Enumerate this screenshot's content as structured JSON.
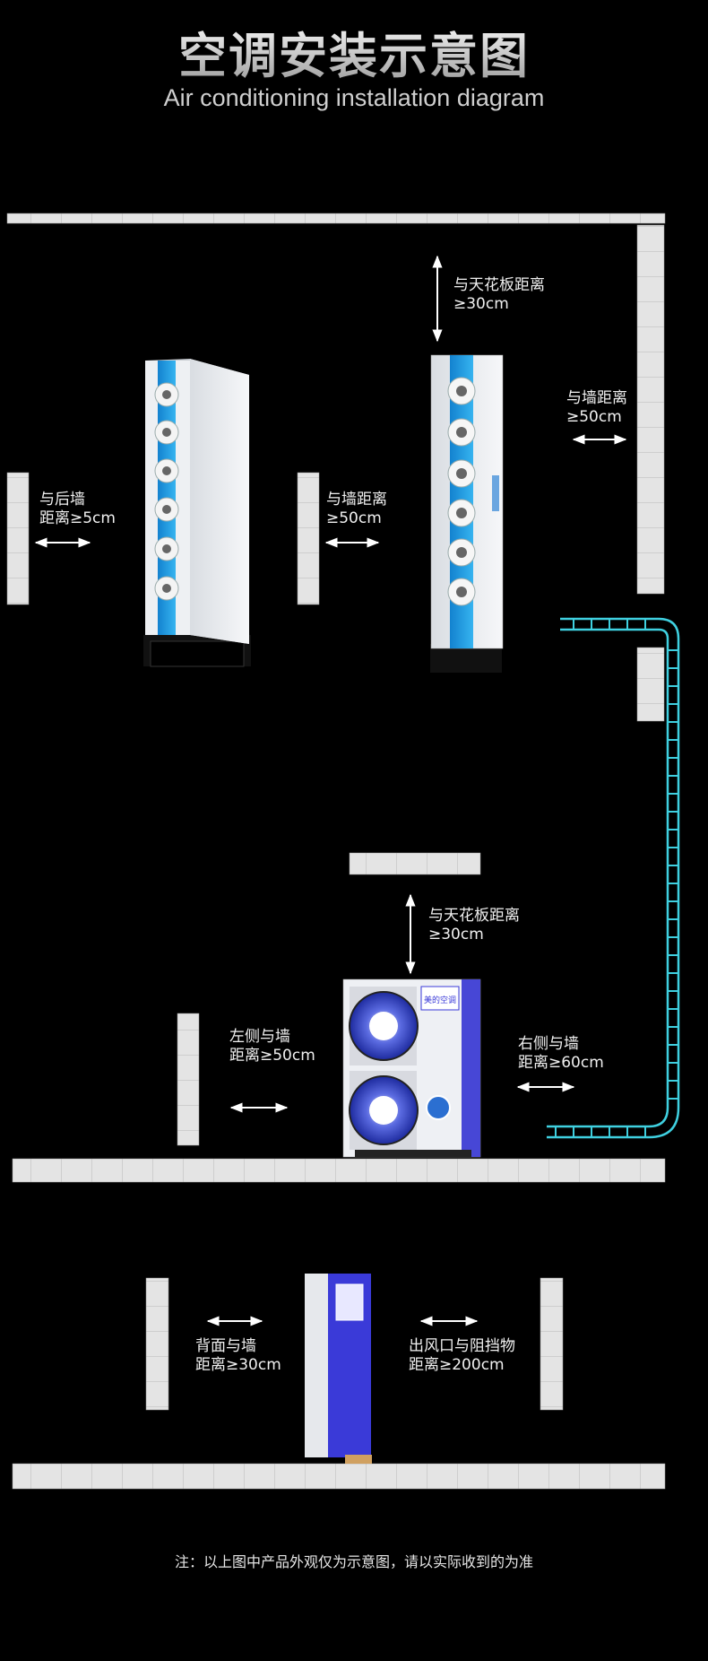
{
  "header": {
    "title": "空调安装示意图",
    "subtitle": "Air conditioning installation diagram"
  },
  "labels": {
    "indoor_back_wall": [
      "与后墙",
      "距离≥5cm"
    ],
    "indoor_side_wall": [
      "与墙距离",
      "≥50cm"
    ],
    "indoor_ceiling": [
      "与天花板距离",
      "≥30cm"
    ],
    "indoor_right_wall": [
      "与墙距离",
      "≥50cm"
    ],
    "outdoor_ceiling": [
      "与天花板距离",
      "≥30cm"
    ],
    "outdoor_left_wall": [
      "左侧与墙",
      "距离≥50cm"
    ],
    "outdoor_right_wall": [
      "右侧与墙",
      "距离≥60cm"
    ],
    "outdoor_back_wall": [
      "背面与墙",
      "距离≥30cm"
    ],
    "outdoor_outlet": [
      "出风口与阻挡物",
      "距离≥200cm"
    ]
  },
  "unit_branding": {
    "logo_text": "美的空调"
  },
  "footer": {
    "note": "注：以上图中产品外观仅为示意图，请以实际收到的为准"
  },
  "colors": {
    "background": "#000000",
    "wall": "#e6e6e6",
    "accent_blue": "#1e9be0",
    "outdoor_blue": "#3a3ad8",
    "pipe_cyan": "#3fd0e0",
    "text": "#ffffff"
  }
}
